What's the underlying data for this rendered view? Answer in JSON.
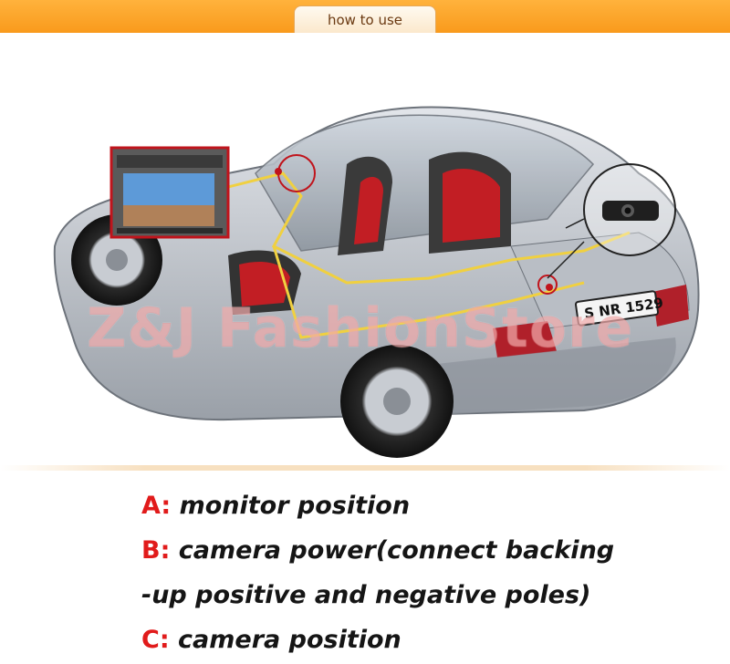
{
  "tab": {
    "label": "how to use"
  },
  "plate": {
    "text": "S NR 1529"
  },
  "watermark": {
    "text": "Z&J FashionStore"
  },
  "legend": {
    "a_key": "A:",
    "a_text": " monitor position",
    "b_key": "B:",
    "b_text": " camera power(connect backing",
    "b_text_cont": "-up positive and negative poles)",
    "c_key": "C:",
    "c_text": " camera position"
  },
  "colors": {
    "accent_orange": "#f99a1c",
    "legend_key_red": "#e11b1b",
    "wire_yellow": "#f0d040",
    "callout_red": "#c0141c"
  }
}
